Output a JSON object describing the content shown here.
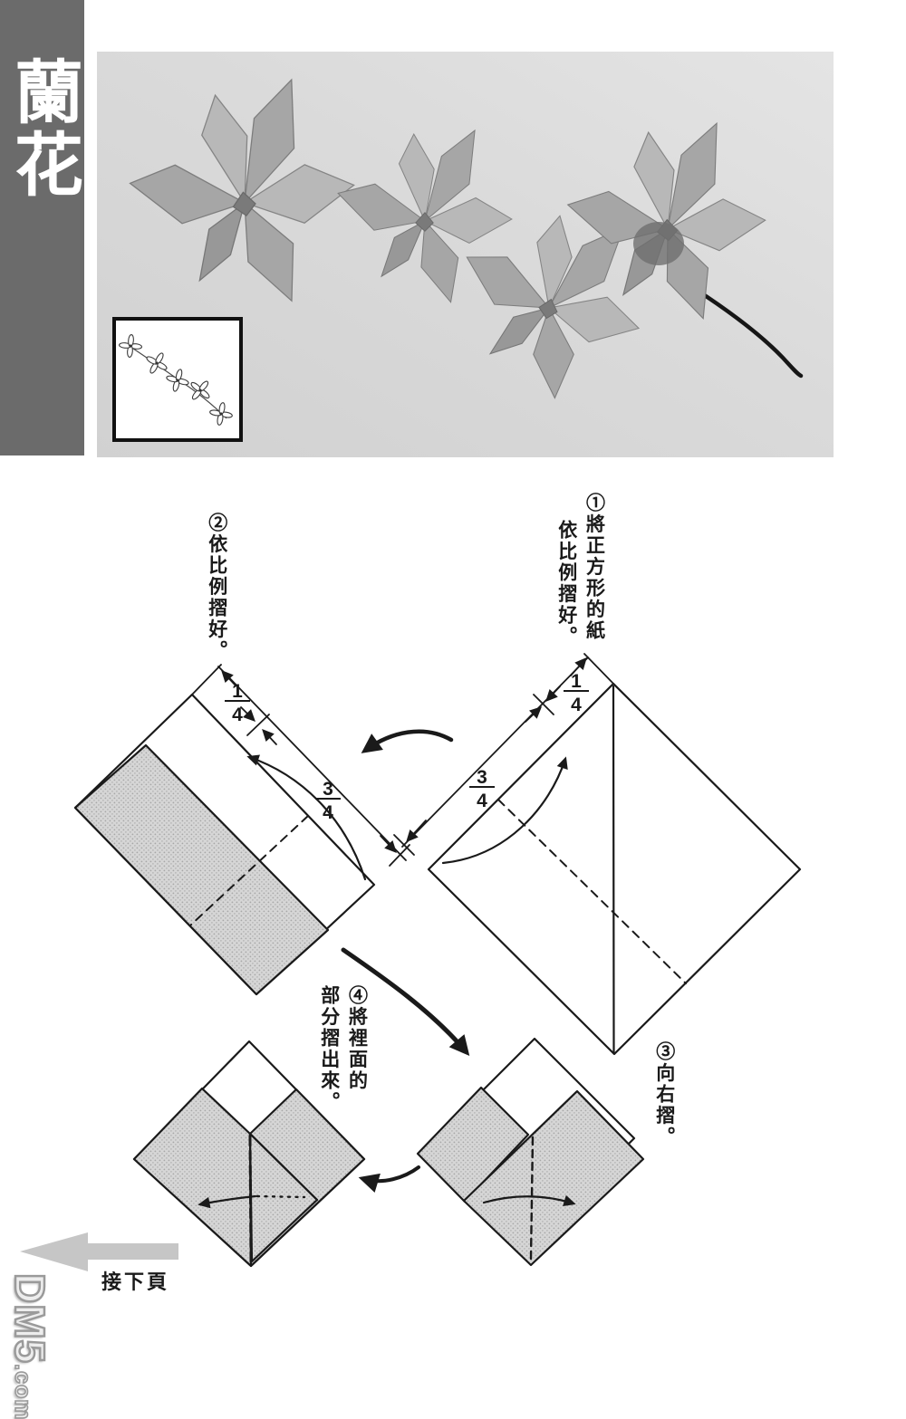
{
  "sidebar": {
    "title": "蘭花"
  },
  "steps": {
    "step1": {
      "col1": "①將正方形的紙",
      "col2": "依比例摺好。"
    },
    "step2": {
      "col1": "②依比例摺好。"
    },
    "step3": {
      "col1": "③向右摺。"
    },
    "step4": {
      "col1": "④將裡面的",
      "col2": "部分摺出來。"
    }
  },
  "fractions": {
    "quarter": {
      "num": "1",
      "den": "4"
    },
    "three_quarter": {
      "num": "3",
      "den": "4"
    }
  },
  "footer": {
    "next_page": "接下頁"
  },
  "watermark": {
    "site": "DM5",
    "domain": ".com"
  },
  "colors": {
    "sidebar_bg": "#6b6b6b",
    "photo_bg": "#d9d9d9",
    "paper_fill": "#cccccc",
    "ink": "#1a1a1a",
    "arrow_gray": "#c6c6c6",
    "watermark_gray": "#9a9a9a"
  }
}
